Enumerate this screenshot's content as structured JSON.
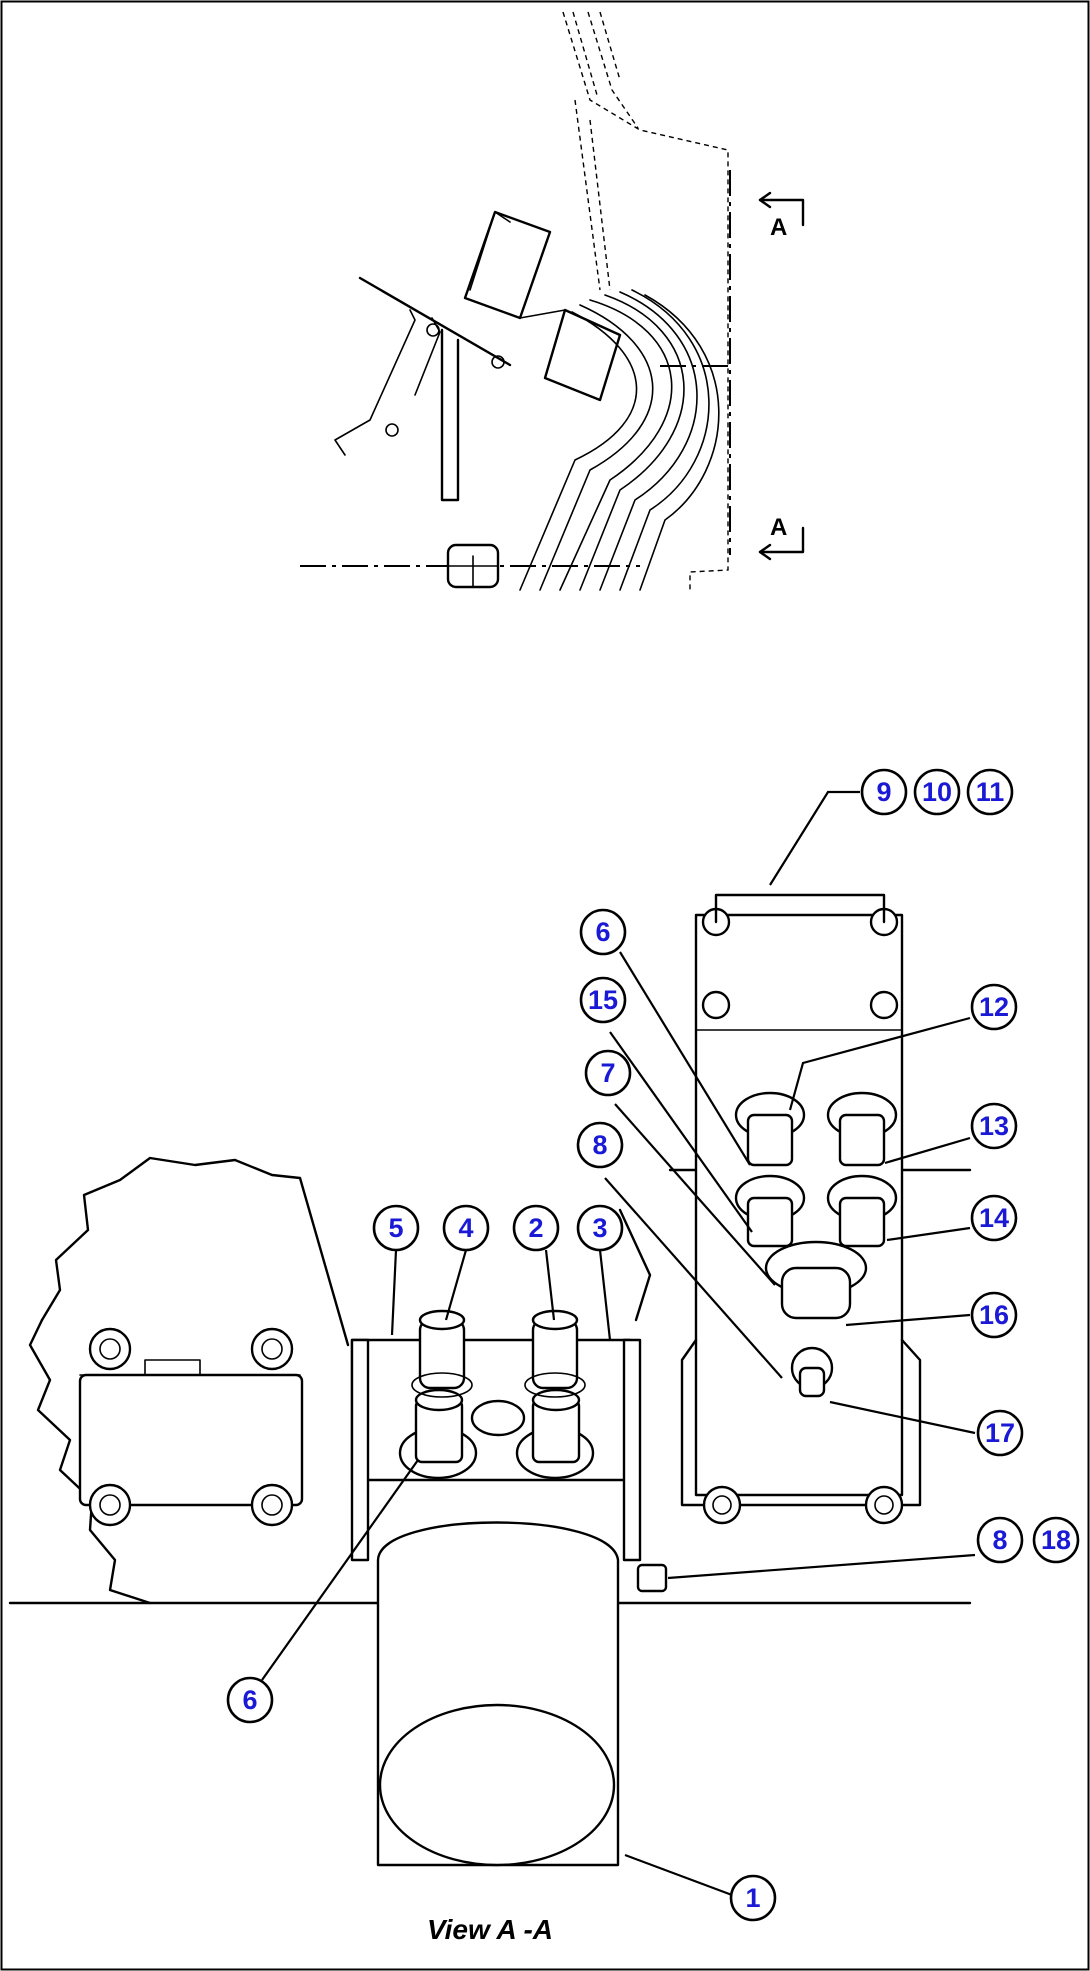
{
  "view_title": "View A -A",
  "section_marks": [
    "A",
    "A"
  ],
  "callouts": [
    "1",
    "2",
    "3",
    "4",
    "5",
    "6",
    "6",
    "6",
    "7",
    "8",
    "8",
    "9",
    "10",
    "11",
    "12",
    "13",
    "14",
    "15",
    "16",
    "17",
    "18"
  ],
  "colors": {
    "callout_text": "#1a1ad6",
    "line": "#000000",
    "background": "#ffffff"
  }
}
